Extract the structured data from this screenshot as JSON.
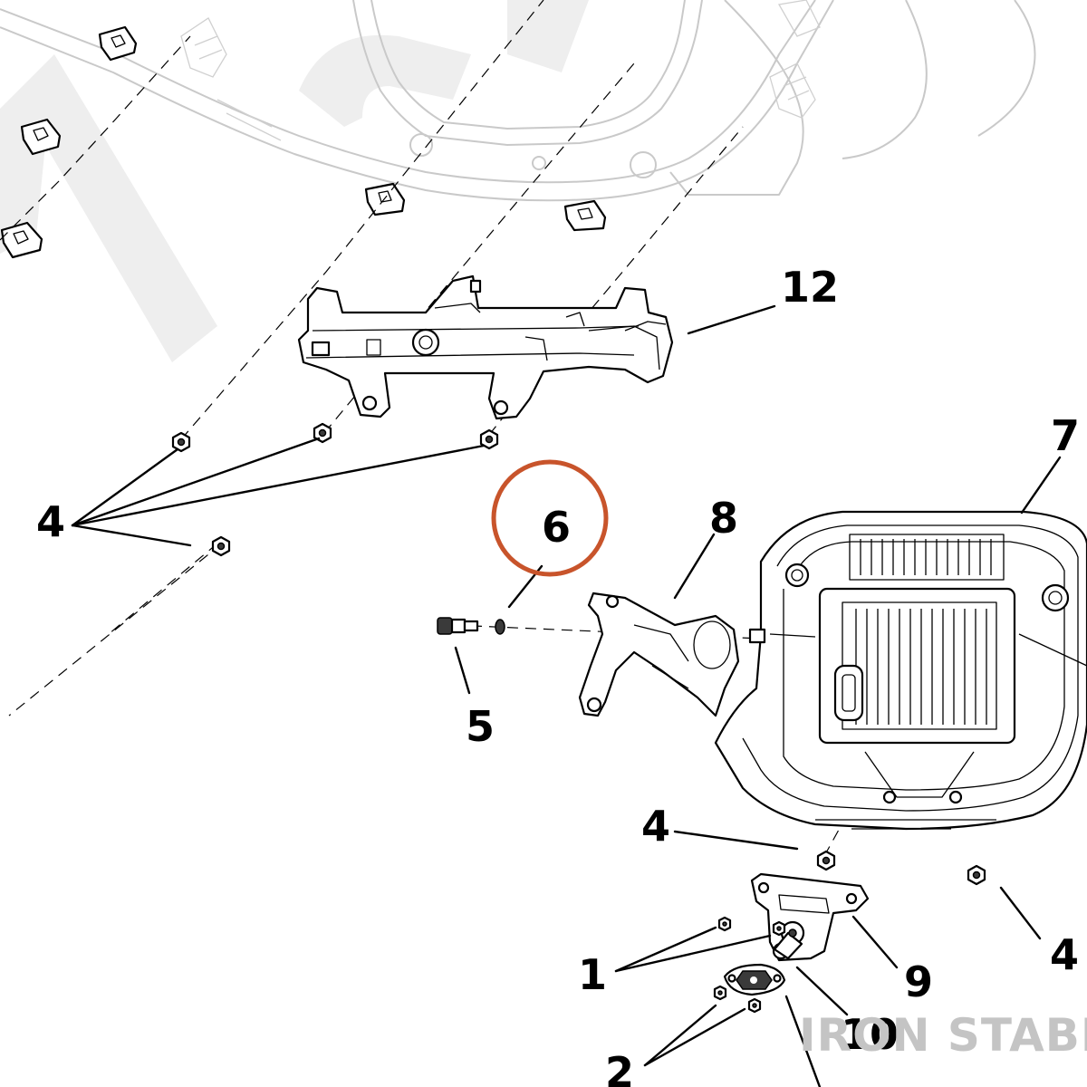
{
  "callouts": {
    "c1": "1",
    "c2": "2",
    "c4_upper": "4",
    "c4_middle": "4",
    "c4_right": "4",
    "c5": "5",
    "c6": "6",
    "c7": "7",
    "c8": "8",
    "c9": "9",
    "c10": "10",
    "c12": "12"
  },
  "highlight": {
    "part": "6",
    "color": "#c8542b"
  },
  "watermark": {
    "text": "IRON STABLE"
  },
  "colors": {
    "line": "#000000",
    "ghost": "#c9c9c9",
    "watermark": "#c4c4c4"
  }
}
